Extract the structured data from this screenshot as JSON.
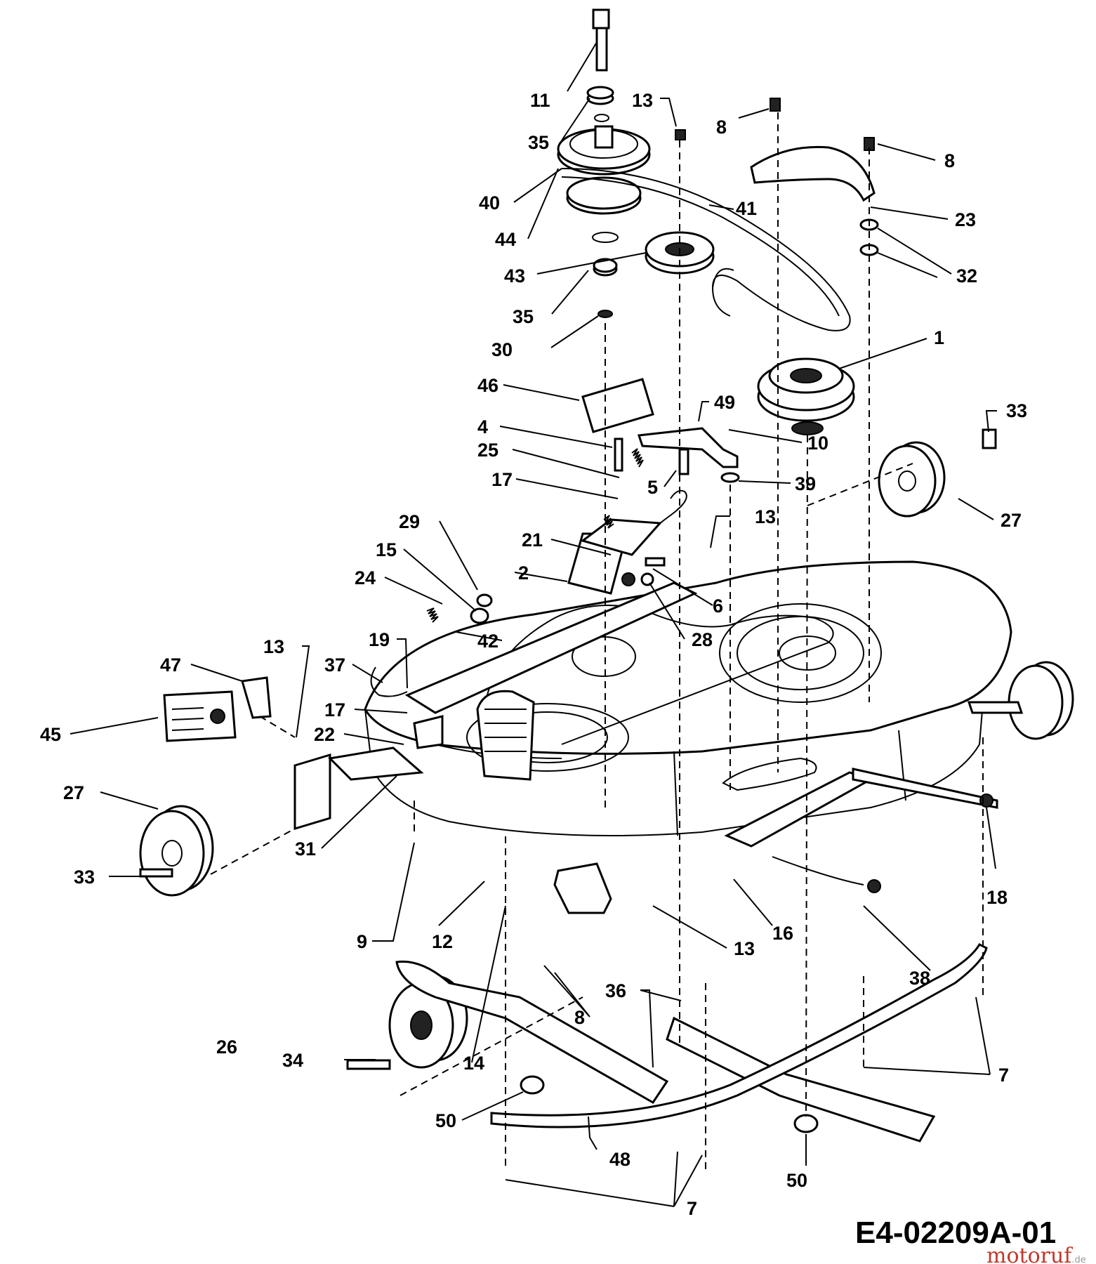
{
  "diagram": {
    "code": "E4-02209A-01",
    "watermark": {
      "main": "motoruf",
      "suffix": ".de"
    },
    "callouts": [
      {
        "n": "11"
      },
      {
        "n": "13"
      },
      {
        "n": "8"
      },
      {
        "n": "35"
      },
      {
        "n": "8"
      },
      {
        "n": "40"
      },
      {
        "n": "41"
      },
      {
        "n": "23"
      },
      {
        "n": "44"
      },
      {
        "n": "32"
      },
      {
        "n": "43"
      },
      {
        "n": "35"
      },
      {
        "n": "30"
      },
      {
        "n": "1"
      },
      {
        "n": "46"
      },
      {
        "n": "49"
      },
      {
        "n": "33"
      },
      {
        "n": "4"
      },
      {
        "n": "10"
      },
      {
        "n": "25"
      },
      {
        "n": "17"
      },
      {
        "n": "5"
      },
      {
        "n": "39"
      },
      {
        "n": "27"
      },
      {
        "n": "29"
      },
      {
        "n": "13"
      },
      {
        "n": "21"
      },
      {
        "n": "15"
      },
      {
        "n": "2"
      },
      {
        "n": "24"
      },
      {
        "n": "6"
      },
      {
        "n": "42"
      },
      {
        "n": "28"
      },
      {
        "n": "13"
      },
      {
        "n": "19"
      },
      {
        "n": "47"
      },
      {
        "n": "37"
      },
      {
        "n": "17"
      },
      {
        "n": "45"
      },
      {
        "n": "22"
      },
      {
        "n": "27"
      },
      {
        "n": "31"
      },
      {
        "n": "18"
      },
      {
        "n": "33"
      },
      {
        "n": "16"
      },
      {
        "n": "9"
      },
      {
        "n": "12"
      },
      {
        "n": "13"
      },
      {
        "n": "38"
      },
      {
        "n": "36"
      },
      {
        "n": "8"
      },
      {
        "n": "26"
      },
      {
        "n": "34"
      },
      {
        "n": "14"
      },
      {
        "n": "7"
      },
      {
        "n": "50"
      },
      {
        "n": "48"
      },
      {
        "n": "50"
      },
      {
        "n": "7"
      }
    ]
  }
}
